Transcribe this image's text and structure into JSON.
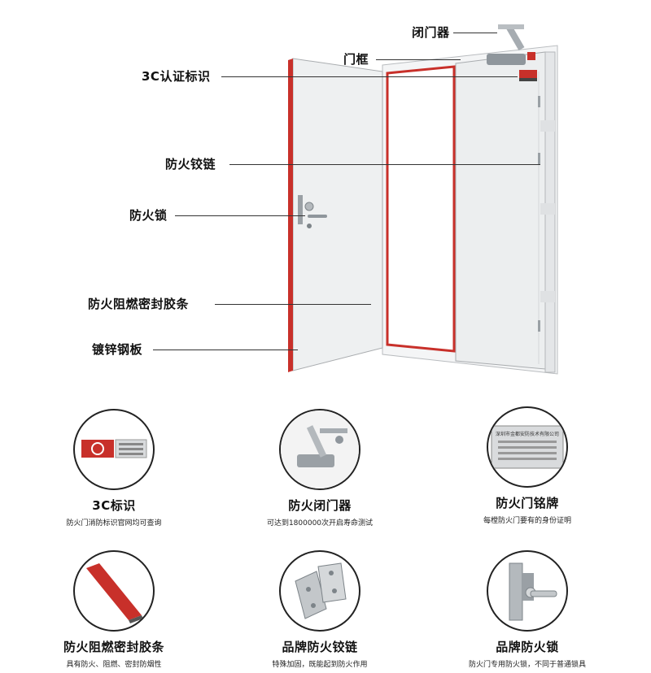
{
  "callouts": {
    "closer": "闭门器",
    "frame": "门框",
    "cert": "3C认证标识",
    "hinge": "防火铰链",
    "lock": "防火锁",
    "seal": "防火阻燃密封胶条",
    "plate": "镀锌钢板"
  },
  "features": [
    {
      "title": "3C标识",
      "subtitle": "防火门消防标识官网均可查询"
    },
    {
      "title": "防火闭门器",
      "subtitle": "可达到1800000次开启寿命测试"
    },
    {
      "title": "防火门铭牌",
      "subtitle": "每樘防火门要有的身份证明"
    },
    {
      "title": "防火阻燃密封胶条",
      "subtitle": "具有防火、阻燃、密封防烟性"
    },
    {
      "title": "品牌防火铰链",
      "subtitle": "特殊加固，既能起到防火作用"
    },
    {
      "title": "品牌防火锁",
      "subtitle": "防火门专用防火锁，不同于普通锁具"
    }
  ],
  "nameplate_text": "深圳市金都安防技术有限公司",
  "colors": {
    "seal_red": "#c8302a",
    "door_white": "#eef0f1",
    "line": "#333333"
  }
}
